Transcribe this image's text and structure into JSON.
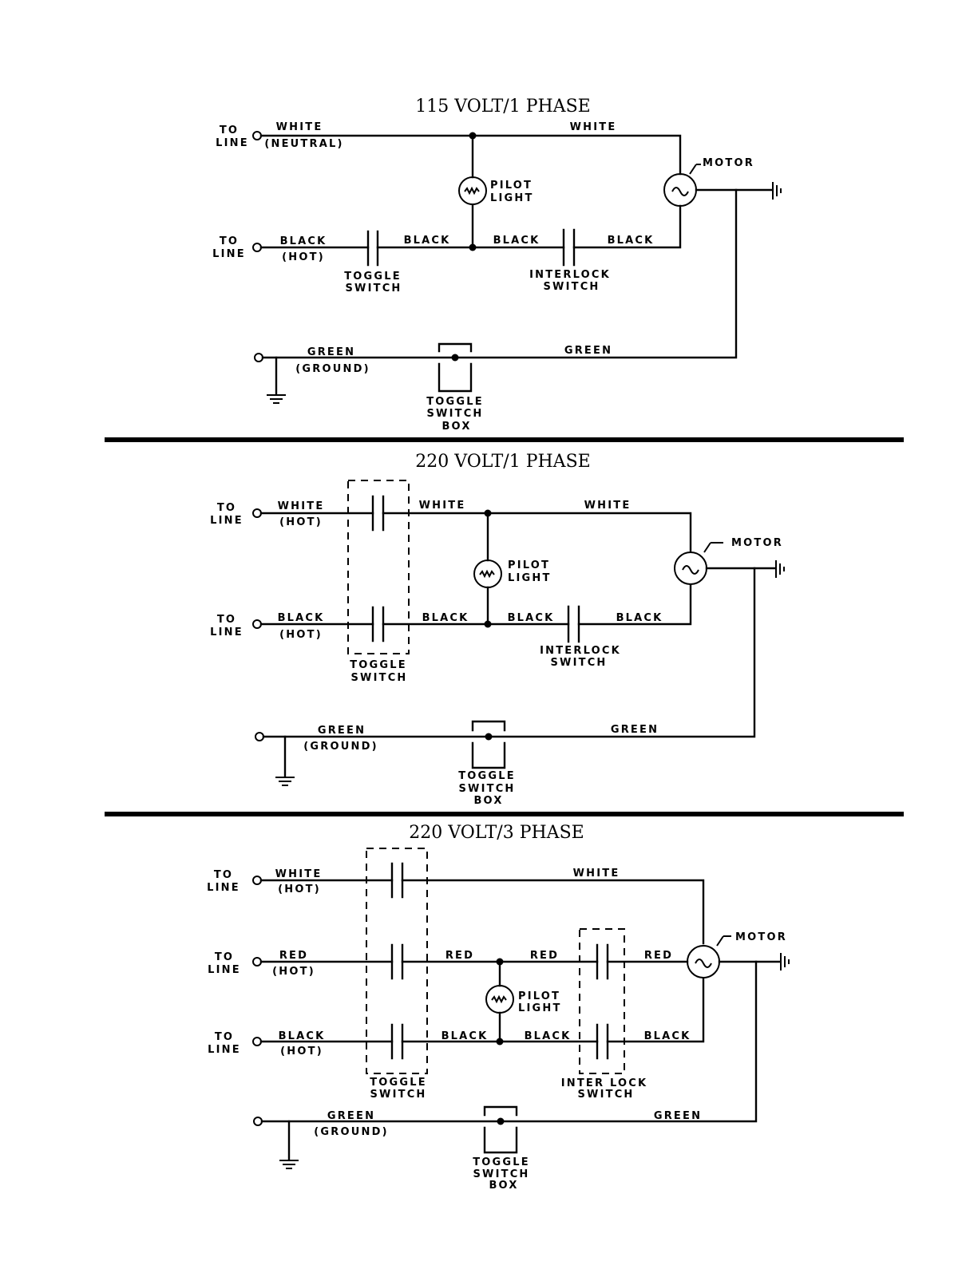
{
  "sections": [
    {
      "title": "115 VOLT/1 PHASE",
      "line1": {
        "to": "TO",
        "line": "LINE",
        "left": "WHITE",
        "left_sub": "(NEUTRAL)",
        "right": "WHITE"
      },
      "line2": {
        "to": "TO",
        "line": "LINE",
        "left": "BLACK",
        "left_sub": "(HOT)",
        "mid": "BLACK",
        "mid2": "BLACK",
        "right": "BLACK"
      },
      "pilot": {
        "l1": "PILOT",
        "l2": "LIGHT"
      },
      "motor": "MOTOR",
      "toggle": {
        "l1": "TOGGLE",
        "l2": "SWITCH"
      },
      "interlock": {
        "l1": "INTERLOCK",
        "l2": "SWITCH"
      },
      "ground": {
        "left": "GREEN",
        "left_sub": "(GROUND)",
        "right": "GREEN"
      },
      "box": {
        "l1": "TOGGLE",
        "l2": "SWITCH",
        "l3": "BOX"
      }
    },
    {
      "title": "220 VOLT/1 PHASE",
      "line1": {
        "to": "TO",
        "line": "LINE",
        "left": "WHITE",
        "left_sub": "(HOT)",
        "mid": "WHITE",
        "right": "WHITE"
      },
      "line2": {
        "to": "TO",
        "line": "LINE",
        "left": "BLACK",
        "left_sub": "(HOT)",
        "mid": "BLACK",
        "mid2": "BLACK",
        "right": "BLACK"
      },
      "pilot": {
        "l1": "PILOT",
        "l2": "LIGHT"
      },
      "motor": "MOTOR",
      "toggle": {
        "l1": "TOGGLE",
        "l2": "SWITCH"
      },
      "interlock": {
        "l1": "INTERLOCK",
        "l2": "SWITCH"
      },
      "ground": {
        "left": "GREEN",
        "left_sub": "(GROUND)",
        "right": "GREEN"
      },
      "box": {
        "l1": "TOGGLE",
        "l2": "SWITCH",
        "l3": "BOX"
      }
    },
    {
      "title": "220 VOLT/3 PHASE",
      "line1": {
        "to": "TO",
        "line": "LINE",
        "left": "WHITE",
        "left_sub": "(HOT)",
        "right": "WHITE"
      },
      "line2": {
        "to": "TO",
        "line": "LINE",
        "left": "RED",
        "left_sub": "(HOT)",
        "mid": "RED",
        "mid2": "RED",
        "right": "RED"
      },
      "line3": {
        "to": "TO",
        "line": "LINE",
        "left": "BLACK",
        "left_sub": "(HOT)",
        "mid": "BLACK",
        "mid2": "BLACK",
        "right": "BLACK"
      },
      "pilot": {
        "l1": "PILOT",
        "l2": "LIGHT"
      },
      "motor": "MOTOR",
      "toggle": {
        "l1": "TOGGLE",
        "l2": "SWITCH"
      },
      "interlock": {
        "l1": "INTER LOCK",
        "l2": "SWITCH"
      },
      "ground": {
        "left": "GREEN",
        "left_sub": "(GROUND)",
        "right": "GREEN"
      },
      "box": {
        "l1": "TOGGLE",
        "l2": "SWITCH",
        "l3": "BOX"
      }
    }
  ]
}
